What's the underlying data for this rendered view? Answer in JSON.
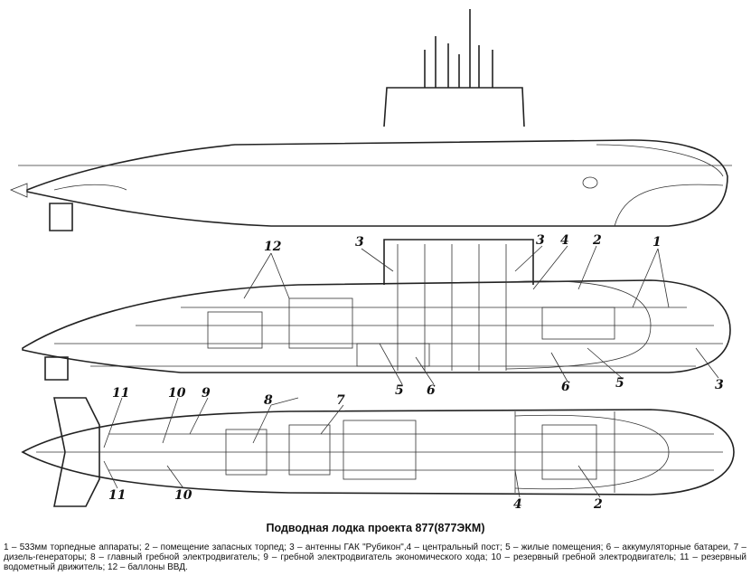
{
  "title": "Подводная лодка проекта 877(877ЭКМ)",
  "caption": "1 – 533мм торпедные аппараты; 2 – помещение запасных торпед; 3 – антенны ГАК \"Рубикон\",4 – центральный пост; 5 – жилые помещения; 6 – аккумуляторные батареи, 7 – дизель-генераторы; 8 – главный гребной электродвигатель; 9 – гребной электродвигатель экономического хода; 10 – резервный гребной электродвигатель; 11 – резервный водометный движитель; 12 – баллоны ВВД.",
  "labels": [
    "12",
    "3",
    "3",
    "4",
    "2",
    "1",
    "5",
    "6",
    "6",
    "5",
    "3",
    "11",
    "10",
    "9",
    "8",
    "7",
    "11",
    "10",
    "4",
    "2"
  ]
}
